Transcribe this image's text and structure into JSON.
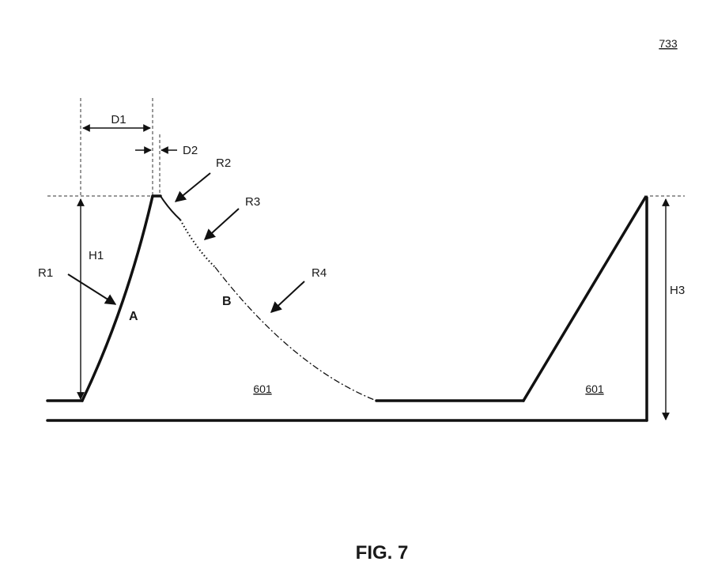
{
  "figure": {
    "sheet_ref": "733",
    "caption": "FIG. 7",
    "dimensions": {
      "d1": "D1",
      "d2": "D2",
      "h1": "H1",
      "h3": "H3"
    },
    "regions": {
      "r1": "R1",
      "r2": "R2",
      "r3": "R3",
      "r4": "R4"
    },
    "points": {
      "a": "A",
      "b": "B"
    },
    "layers": {
      "left": "601",
      "right": "601"
    }
  }
}
